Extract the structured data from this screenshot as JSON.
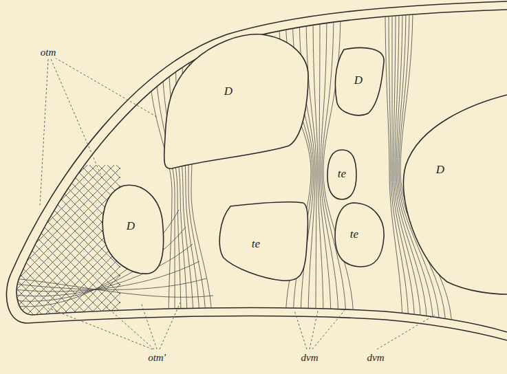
{
  "diagram": {
    "nodes": [
      {
        "text": [
          "D"
        ]
      },
      {
        "text": [
          "D"
        ]
      },
      {
        "text": [
          "te"
        ]
      },
      {
        "text": [
          "D"
        ]
      },
      {
        "text": [
          "D"
        ]
      },
      {
        "text": [
          "te"
        ]
      },
      {
        "text": [
          "te"
        ]
      }
    ],
    "labels": [
      "otm",
      "otm'",
      "dvm",
      "dvm"
    ]
  }
}
